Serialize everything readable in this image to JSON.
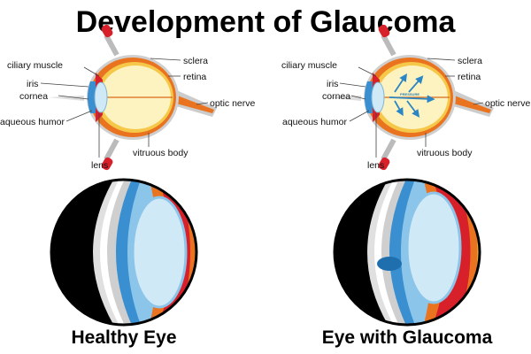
{
  "title": "Development of Glaucoma",
  "healthy": {
    "caption": "Healthy Eye",
    "labels": {
      "ciliary_muscle": "ciliary muscle",
      "iris": "iris",
      "cornea": "cornea",
      "aqueous_humor": "aqueous humor",
      "lens": "lens",
      "vitruous_body": "vitruous body",
      "sclera": "sclera",
      "retina": "retina",
      "optic_nerve": "optic nerve"
    }
  },
  "glaucoma": {
    "caption": "Eye with Glaucoma",
    "pressure_label": "PRESSURE",
    "labels": {
      "ciliary_muscle": "ciliary muscle",
      "iris": "iris",
      "cornea": "cornea",
      "aqueous_humor": "aqueous humor",
      "lens": "lens",
      "vitruous_body": "vitruous body",
      "sclera": "sclera",
      "retina": "retina",
      "optic_nerve": "optic nerve"
    }
  },
  "colors": {
    "sclera": "#e9731f",
    "vitreous": "#fdf3c0",
    "lens": "#cfe9f7",
    "iris": "#3a8fd0",
    "muscle": "#d8202a",
    "arrow": "#2a86c4"
  }
}
